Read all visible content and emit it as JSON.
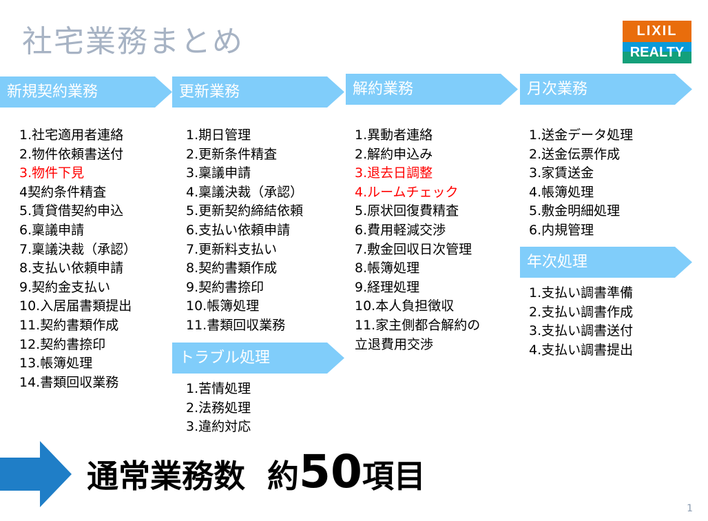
{
  "title": "社宅業務まとめ",
  "logo": {
    "top": "LIXIL",
    "bottom": "REALTY"
  },
  "sections": [
    {
      "header": "新規契約業務",
      "items": [
        {
          "text": "1.社宅適用者連絡"
        },
        {
          "text": "2.物件依頼書送付"
        },
        {
          "text": "3.物件下見",
          "highlight": true
        },
        {
          "text": "4契約条件精査"
        },
        {
          "text": "5.賃貸借契約申込"
        },
        {
          "text": "6.稟議申請"
        },
        {
          "text": "7.稟議決裁（承認）"
        },
        {
          "text": "8.支払い依頼申請"
        },
        {
          "text": "9.契約金支払い"
        },
        {
          "text": "10.入居届書類提出"
        },
        {
          "text": "11.契約書類作成"
        },
        {
          "text": "12.契約書捺印"
        },
        {
          "text": "13.帳簿処理"
        },
        {
          "text": "14.書類回収業務"
        }
      ]
    },
    {
      "header": "更新業務",
      "items": [
        {
          "text": "1.期日管理"
        },
        {
          "text": "2.更新条件精査"
        },
        {
          "text": "3.稟議申請"
        },
        {
          "text": "4.稟議決裁（承認）"
        },
        {
          "text": "5.更新契約締結依頼"
        },
        {
          "text": "6.支払い依頼申請"
        },
        {
          "text": "7.更新料支払い"
        },
        {
          "text": "8.契約書類作成"
        },
        {
          "text": "9.契約書捺印"
        },
        {
          "text": "10.帳簿処理"
        },
        {
          "text": "11.書類回収業務"
        }
      ]
    },
    {
      "header": "トラブル処理",
      "items": [
        {
          "text": "1.苦情処理"
        },
        {
          "text": "2.法務処理"
        },
        {
          "text": "3.違約対応"
        }
      ]
    },
    {
      "header": "解約業務",
      "items": [
        {
          "text": "1.異動者連絡"
        },
        {
          "text": "2.解約申込み"
        },
        {
          "text": "3.退去日調整",
          "highlight": true
        },
        {
          "text": "4.ルームチェック",
          "highlight": true
        },
        {
          "text": "5.原状回復費精査"
        },
        {
          "text": "6.費用軽減交渉"
        },
        {
          "text": "7.敷金回収日次管理"
        },
        {
          "text": "8.帳簿処理"
        },
        {
          "text": "9.経理処理"
        },
        {
          "text": "10.本人負担徴収"
        },
        {
          "text": "11.家主側都合解約の"
        },
        {
          "text": "立退費用交渉"
        }
      ]
    },
    {
      "header": "月次業務",
      "items": [
        {
          "text": "1.送金データ処理"
        },
        {
          "text": "2.送金伝票作成"
        },
        {
          "text": "3.家賃送金"
        },
        {
          "text": "4.帳簿処理"
        },
        {
          "text": "5.敷金明細処理"
        },
        {
          "text": "6.内規管理"
        }
      ]
    },
    {
      "header": "年次処理",
      "items": [
        {
          "text": "1.支払い調書準備"
        },
        {
          "text": "2.支払い調書作成"
        },
        {
          "text": "3.支払い調書送付"
        },
        {
          "text": "4.支払い調書提出"
        }
      ]
    }
  ],
  "summary": {
    "label": "通常業務数",
    "prefix": "約",
    "number": "50",
    "suffix": "項目"
  },
  "page_number": "1",
  "colors": {
    "header": "#80cdfa",
    "highlight": "#ff0000",
    "arrow": "#1f7ec7"
  }
}
